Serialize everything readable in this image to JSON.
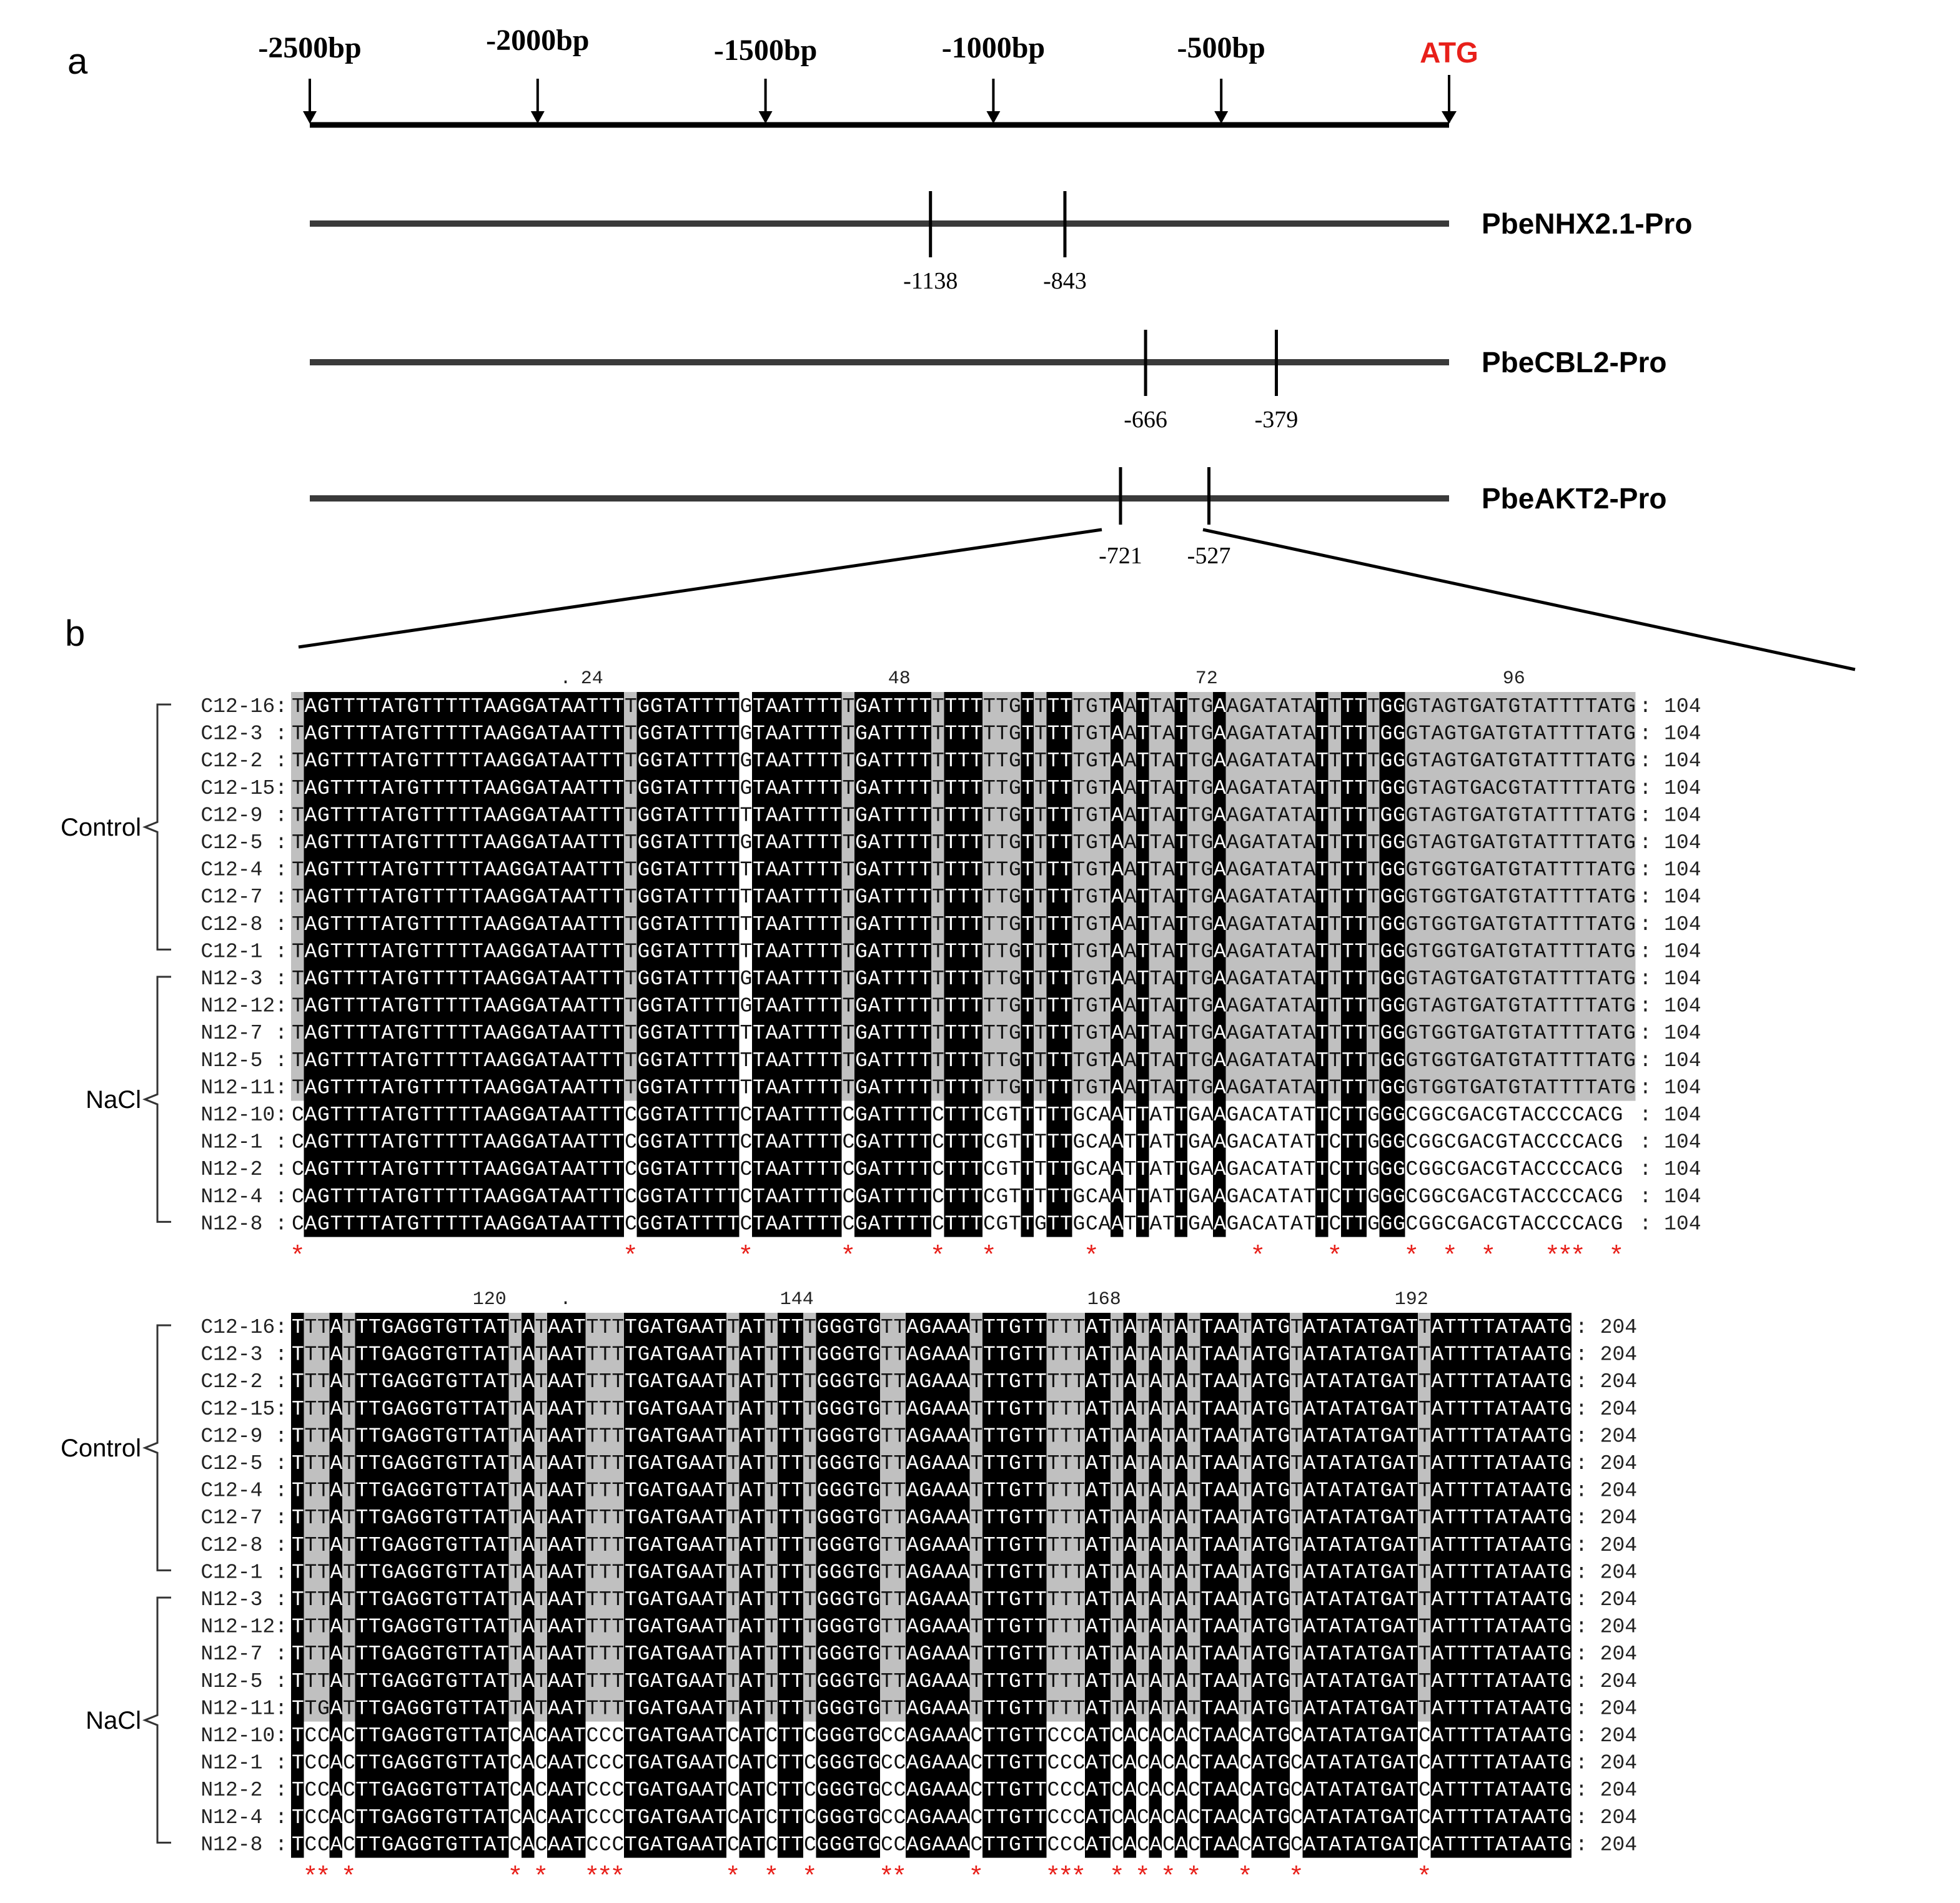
{
  "panel_a": {
    "label": "a",
    "ticks": [
      "-2500bp",
      "-2000bp",
      "-1500bp",
      "-1000bp",
      "-500bp"
    ],
    "atg_label": "ATG",
    "atg_color": "#e8201a",
    "promoters": [
      {
        "name": "PbeNHX2.1-Pro",
        "sites": [
          "-1138",
          "-843"
        ],
        "site_bp": [
          -1138,
          -843
        ]
      },
      {
        "name": "PbeCBL2-Pro",
        "sites": [
          "-666",
          "-379"
        ],
        "site_bp": [
          -666,
          -379
        ]
      },
      {
        "name": "PbeAKT2-Pro",
        "sites": [
          "-721",
          "-527"
        ],
        "site_bp": [
          -721,
          -527
        ]
      }
    ]
  },
  "panel_b": {
    "label": "b",
    "groups": [
      "Control",
      "NaCl"
    ],
    "ctrl_color": "#000000",
    "shade_color": "#c0c0c0",
    "star_color": "#e8201a",
    "blocks": [
      {
        "ruler": [
          "24",
          "48",
          "72",
          "96"
        ],
        "ruler_pos": [
          24,
          48,
          72,
          96
        ],
        "end_label": ": 104",
        "names": [
          "C12-16:",
          "C12-3 :",
          "C12-2 :",
          "C12-15:",
          "C12-9 :",
          "C12-5 :",
          "C12-4 :",
          "C12-7 :",
          "C12-8 :",
          "C12-1 :",
          "N12-3 :",
          "N12-12:",
          "N12-7 :",
          "N12-5 :",
          "N12-11:",
          "N12-10:",
          "N12-1 :",
          "N12-2 :",
          "N12-4 :",
          "N12-8 :"
        ],
        "seqs": [
          "TAGTTTTATGTTTTTAAGGATAATTTTGGTATTTTGTAATTTTTGATTTTTTTTTTGTTTTTGTAATTATTGAAGATATATTTTTGGGTAGTGATGTATTTTATG",
          "TAGTTTTATGTTTTTAAGGATAATTTTGGTATTTTGTAATTTTTGATTTTTTTTTTGTTTTTGTAATTATTGAAGATATATTTTTGGGTAGTGATGTATTTTATG",
          "TAGTTTTATGTTTTTAAGGATAATTTTGGTATTTTGTAATTTTTGATTTTTTTTTTGTTTTTGTAATTATTGAAGATATATTTTTGGGTAGTGATGTATTTTATG",
          "TAGTTTTATGTTTTTAAGGATAATTTTGGTATTTTGTAATTTTTGATTTTTTTTTTGTTTTTGTAATTATTGAAGATATATTTTTGGGTAGTGACGTATTTTATG",
          "TAGTTTTATGTTTTTAAGGATAATTTTGGTATTTTTTAATTTTTGATTTTTTTTTTGTTTTTGTAATTATTGAAGATATATTTTTGGGTAGTGATGTATTTTATG",
          "TAGTTTTATGTTTTTAAGGATAATTTTGGTATTTTGTAATTTTTGATTTTTTTTTTGTTTTTGTAATTATTGAAGATATATTTTTGGGTAGTGATGTATTTTATG",
          "TAGTTTTATGTTTTTAAGGATAATTTTGGTATTTTTTAATTTTTGATTTTTTTTTTGTTTTTGTAATTATTGAAGATATATTTTTGGGTGGTGATGTATTTTATG",
          "TAGTTTTATGTTTTTAAGGATAATTTTGGTATTTTTTAATTTTTGATTTTTTTTTTGTTTTTGTAATTATTGAAGATATATTTTTGGGTGGTGATGTATTTTATG",
          "TAGTTTTATGTTTTTAAGGATAATTTTGGTATTTTTTAATTTTTGATTTTTTTTTTGTTTTTGTAATTATTGAAGATATATTTTTGGGTGGTGATGTATTTTATG",
          "TAGTTTTATGTTTTTAAGGATAATTTTGGTATTTTTTAATTTTTGATTTTTTTTTTGTTTTTGTAATTATTGAAGATATATTTTTGGGTGGTGATGTATTTTATG",
          "TAGTTTTATGTTTTTAAGGATAATTTTGGTATTTTGTAATTTTTGATTTTTTTTTTGTTTTTGTAATTATTGAAGATATATTTTTGGGTAGTGATGTATTTTATG",
          "TAGTTTTATGTTTTTAAGGATAATTTTGGTATTTTGTAATTTTTGATTTTTTTTTTGTTTTTGTAATTATTGAAGATATATTTTTGGGTAGTGATGTATTTTATG",
          "TAGTTTTATGTTTTTAAGGATAATTTTGGTATTTTTTAATTTTTGATTTTTTTTTTGTTTTTGTAATTATTGAAGATATATTTTTGGGTGGTGATGTATTTTATG",
          "TAGTTTTATGTTTTTAAGGATAATTTTGGTATTTTTTAATTTTTGATTTTTTTTTTGTTTTTGTAATTATTGAAGATATATTTTTGGGTGGTGATGTATTTTATG",
          "TAGTTTTATGTTTTTAAGGATAATTTTGGTATTTTTTAATTTTTGATTTTTTTTTTGTTTTTGTAATTATTGAAGATATATTTTTGGGTGGTGATGTATTTTATG",
          "CAGTTTTATGTTTTTAAGGATAATTTCGGTATTTTCTAATTTTCGATTTTCTTTCGTTTTTGCAATTATTGAAGACATATTCTTGGGCGGCGACGTACCCCACG",
          "CAGTTTTATGTTTTTAAGGATAATTTCGGTATTTTCTAATTTTCGATTTTCTTTCGTTTTTGCAATTATTGAAGACATATTCTTGGGCGGCGACGTACCCCACG",
          "CAGTTTTATGTTTTTAAGGATAATTTCGGTATTTTCTAATTTTCGATTTTCTTTCGTTTTTGCAATTATTGAAGACATATTCTTGGGCGGCGACGTACCCCACG",
          "CAGTTTTATGTTTTTAAGGATAATTTCGGTATTTTCTAATTTTCGATTTTCTTTCGTTTTTGCAATTATTGAAGACATATTCTTGGGCGGCGACGTACCCCACG",
          "CAGTTTTATGTTTTTAAGGATAATTTCGGTATTTTCTAATTTTCGATTTTCTTTCGTTGTTGCAATTATTGAAGACATATTCTTGGGCGGCGACGTACCCCACG"
        ],
        "stars": [
          1,
          27,
          36,
          44,
          51,
          55,
          63,
          76,
          82,
          88,
          91,
          94,
          99,
          100,
          101,
          104
        ]
      },
      {
        "ruler": [
          "120",
          "144",
          "168",
          "192"
        ],
        "ruler_pos": [
          120,
          144,
          168,
          192
        ],
        "end_label": ": 204",
        "names": [
          "C12-16:",
          "C12-3 :",
          "C12-2 :",
          "C12-15:",
          "C12-9 :",
          "C12-5 :",
          "C12-4 :",
          "C12-7 :",
          "C12-8 :",
          "C12-1 :",
          "N12-3 :",
          "N12-12:",
          "N12-7 :",
          "N12-5 :",
          "N12-11:",
          "N12-10:",
          "N12-1 :",
          "N12-2 :",
          "N12-4 :",
          "N12-8 :"
        ],
        "seqs": [
          "TTTATTTGAGGTGTTATTATAATTTTTGATGAATTATTTTTGGGTGTTAGAAATTTGTTTTTATTATATATTAATATGTATATATGATTATTTTATAATG",
          "TTTATTTGAGGTGTTATTATAATTTTTGATGAATTATTTTTGGGTGTTAGAAATTTGTTTTTATTATATATTAATATGTATATATGATTATTTTATAATG",
          "TTTATTTGAGGTGTTATTATAATTTTTGATGAATTATTTTTGGGTGTTAGAAATTTGTTTTTATTATATATTAATATGTATATATGATTATTTTATAATG",
          "TTTATTTGAGGTGTTATTATAATTTTTGATGAATTATTTTTGGGTGTTAGAAATTTGTTTTTATTATATATTAATATGTATATATGATTATTTTATAATG",
          "TTTATTTGAGGTGTTATTATAATTTTTGATGAATTATTTTTGGGTGTTAGAAATTTGTTTTTATTATATATTAATATGTATATATGATTATTTTATAATG",
          "TTTATTTGAGGTGTTATTATAATTTTTGATGAATTATTTTTGGGTGTTAGAAATTTGTTTTTATTATATATTAATATGTATATATGATTATTTTATAATG",
          "TTTATTTGAGGTGTTATTATAATTTTTGATGAATTATTTTTGGGTGTTAGAAATTTGTTTTTATTATATATTAATATGTATATATGATTATTTTATAATG",
          "TTTATTTGAGGTGTTATTATAATTTTTGATGAATTATTTTTGGGTGTTAGAAATTTGTTTTTATTATATATTAATATGTATATATGATTATTTTATAATG",
          "TTTATTTGAGGTGTTATTATAATTTTTGATGAATTATTTTTGGGTGTTAGAAATTTGTTTTTATTATATATTAATATGTATATATGATTATTTTATAATG",
          "TTTATTTGAGGTGTTATTATAATTTTTGATGAATTATTTTTGGGTGTTAGAAATTTGTTTTTATTATATATTAATATGTATATATGATTATTTTATAATG",
          "TTTATTTGAGGTGTTATTATAATTTTTGATGAATTATTTTTGGGTGTTAGAAATTTGTTTTTATTATATATTAATATGTATATATGATTATTTTATAATG",
          "TTTATTTGAGGTGTTATTATAATTTTTGATGAATTATTTTTGGGTGTTAGAAATTTGTTTTTATTATATATTAATATGTATATATGATTATTTTATAATG",
          "TTTATTTGAGGTGTTATTATAATTTTTGATGAATTATTTTTGGGTGTTAGAAATTTGTTTTTATTATATATTAATATGTATATATGATTATTTTATAATG",
          "TTTATTTGAGGTGTTATTATAATTTTTGATGAATTATTTTTGGGTGTTAGAAATTTGTTTTTATTATATATTAATATGTATATATGATTATTTTATAATG",
          "TTGATTTGAGGTGTTATTATAATTTTTGATGAATTATTTTTGGGTGTTAGAAATTTGTTTTTATTATATATTAATATGTATATATGATTATTTTATAATG",
          "TCCACTTGAGGTGTTATCACAATCCCTGATGAATCATCTTCGGGTGCCAGAAACTTGTTCCCATCACACACTAACATGCATATATGATCATTTTATAATG",
          "TCCACTTGAGGTGTTATCACAATCCCTGATGAATCATCTTCGGGTGCCAGAAACTTGTTCCCATCACACACTAACATGCATATATGATCATTTTATAATG",
          "TCCACTTGAGGTGTTATCACAATCCCTGATGAATCATCTTCGGGTGCCAGAAACTTGTTCCCATCACACACTAACATGCATATATGATCATTTTATAATG",
          "TCCACTTGAGGTGTTATCACAATCCCTGATGAATCATCTTCGGGTGCCAGAAACTTGTTCCCATCACACACTAACATGCATATATGATCATTTTATAATG",
          "TCCACTTGAGGTGTTATCACAATCCCTGATGAATCATCTTCGGGTGCCAGAAACTTGTTCCCATCACACACTAACATGCATATATGATCATTTTATAATG"
        ],
        "stars": [
          2,
          3,
          5,
          18,
          20,
          24,
          25,
          26,
          35,
          38,
          41,
          47,
          48,
          54,
          60,
          61,
          62,
          65,
          67,
          69,
          71,
          75,
          79,
          89
        ]
      }
    ]
  }
}
